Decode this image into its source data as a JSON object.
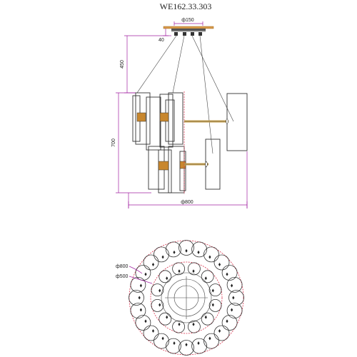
{
  "model": "WE162.33.303",
  "dimensions": {
    "canopy_diameter": "ф150",
    "canopy_height": "40",
    "suspension_height": "450",
    "body_height": "700",
    "overall_diameter": "ф800",
    "plan_outer_diameter": "ф800",
    "plan_inner_diameter": "ф500"
  },
  "colors": {
    "line": "#333333",
    "dimension": "#a020a0",
    "accent_dash": "#d9354f",
    "brass": "#c8872e"
  }
}
